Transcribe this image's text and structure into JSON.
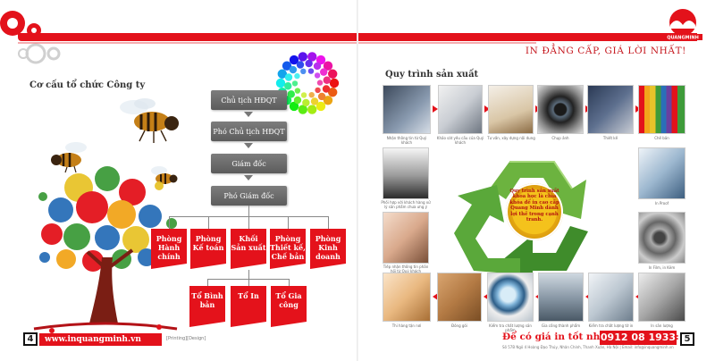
{
  "header": {
    "slogan": "IN ĐẲNG CẤP, GIÁ LỜI NHẤT!",
    "logo_text": "QUANGMINH",
    "accent": "#e3121b"
  },
  "left": {
    "title": "Cơ cấu tổ chức Công ty",
    "chain": [
      "Chủ tịch HĐQT",
      "Phó Chủ tịch HĐQT",
      "Giám đốc",
      "Phó Giám đốc"
    ],
    "depts": [
      "Phòng Hành chính",
      "Phòng Kế toán",
      "Khối Sản xuất",
      "Phòng Thiết kế, Chế bản",
      "Phòng Kinh doanh"
    ],
    "subunits": [
      "Tổ Bình bản",
      "Tổ In",
      "Tổ Gia công"
    ],
    "page_number": "4",
    "website": "www.inquangminh.vn",
    "footer_tags": "[Printing][Design]"
  },
  "right": {
    "title": "Quy trình sản xuất",
    "center_text": "Quy trình sản xuất khoa học là chìa khóa để in cao cấp Quang Minh dành lợi thế trong cạnh tranh.",
    "steps": {
      "s1": "Nhận thông tin từ Quý khách",
      "s2": "Khảo sát yêu cầu của Quý khách",
      "s3": "Tư vấn, xây dựng nội dung",
      "s4": "Chụp ảnh",
      "s5": "Thiết kế",
      "s6": "Chế bản",
      "s7": "Phối hợp với khách hàng xử lý sản phẩm chưa ưng ý",
      "s8": "In Proof",
      "s9": "Tiếp nhận thông tin phản hồi từ Quý khách",
      "s10": "In Film, in Kẽm",
      "s11": "Thi hàng tận nơi",
      "s12": "Đóng gói",
      "s13": "Kiểm tra chất lượng sản phẩm",
      "s14": "Gia công thành phẩm",
      "s15": "Kiểm tra chất lượng tờ in",
      "s16": "In sản lượng"
    },
    "hotline_label": "Để có giá in tốt nhất vui lòng gọi:",
    "hotline": "0912 08 1933",
    "page_number": "5",
    "address": "Số 57B Ngõ 4 Hoàng Đạo Thúy, Nhân Chính, Thanh Xuân, Hà Nội | Email: info@inquangminh.vn"
  }
}
